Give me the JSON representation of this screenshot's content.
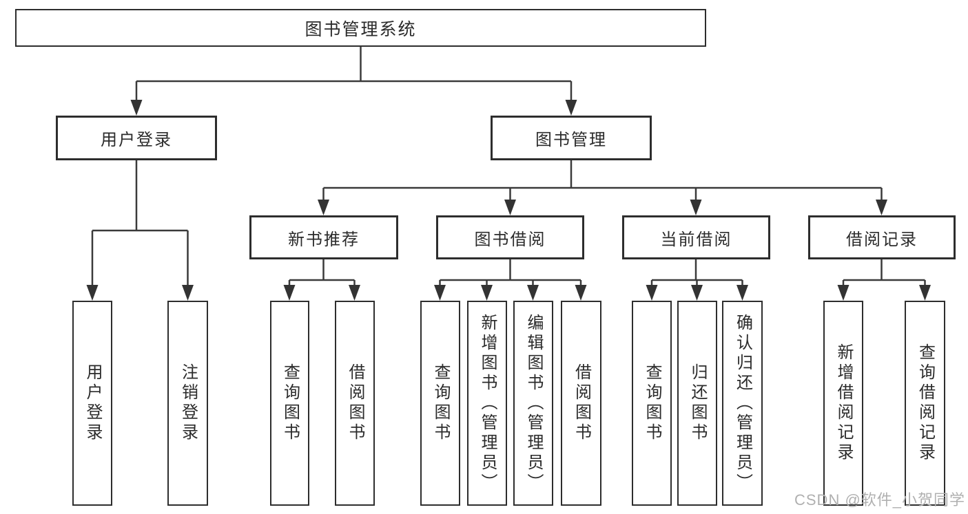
{
  "diagram": {
    "type": "tree",
    "title": "图书管理系统"
  },
  "nodes": {
    "root": {
      "label": "图书管理系统"
    },
    "login": {
      "label": "用户登录"
    },
    "mgmt": {
      "label": "图书管理"
    },
    "rec": {
      "label": "新书推荐"
    },
    "borrow": {
      "label": "图书借阅"
    },
    "current": {
      "label": "当前借阅"
    },
    "records": {
      "label": "借阅记录"
    },
    "login_user": {
      "label": "用户登录"
    },
    "login_logout": {
      "label": "注销登录"
    },
    "rec_query": {
      "label": "查询图书"
    },
    "rec_borrow": {
      "label": "借阅图书"
    },
    "borrow_query": {
      "label": "查询图书"
    },
    "borrow_add": {
      "label": "新增图书（管理员）"
    },
    "borrow_edit": {
      "label": "编辑图书（管理员）"
    },
    "borrow_borrow": {
      "label": "借阅图书"
    },
    "cur_query": {
      "label": "查询图书"
    },
    "cur_return": {
      "label": "归还图书"
    },
    "cur_confirm": {
      "label": "确认归还（管理员）"
    },
    "recd_add": {
      "label": "新增借阅记录"
    },
    "recd_query": {
      "label": "查询借阅记录"
    }
  },
  "edges": [
    [
      "root",
      "login"
    ],
    [
      "root",
      "mgmt"
    ],
    [
      "login",
      "login_user"
    ],
    [
      "login",
      "login_logout"
    ],
    [
      "mgmt",
      "rec"
    ],
    [
      "mgmt",
      "borrow"
    ],
    [
      "mgmt",
      "current"
    ],
    [
      "mgmt",
      "records"
    ],
    [
      "rec",
      "rec_query"
    ],
    [
      "rec",
      "rec_borrow"
    ],
    [
      "borrow",
      "borrow_query"
    ],
    [
      "borrow",
      "borrow_add"
    ],
    [
      "borrow",
      "borrow_edit"
    ],
    [
      "borrow",
      "borrow_borrow"
    ],
    [
      "current",
      "cur_query"
    ],
    [
      "current",
      "cur_return"
    ],
    [
      "current",
      "cur_confirm"
    ],
    [
      "records",
      "recd_add"
    ],
    [
      "records",
      "recd_query"
    ]
  ],
  "watermark": {
    "text": "CSDN @软件_小贺同学"
  },
  "colors": {
    "line": "#3a3a3a",
    "box_border": "#2d2d2d",
    "text": "#2b2b2b",
    "background": "#ffffff",
    "watermark": "#b0b0b0"
  }
}
